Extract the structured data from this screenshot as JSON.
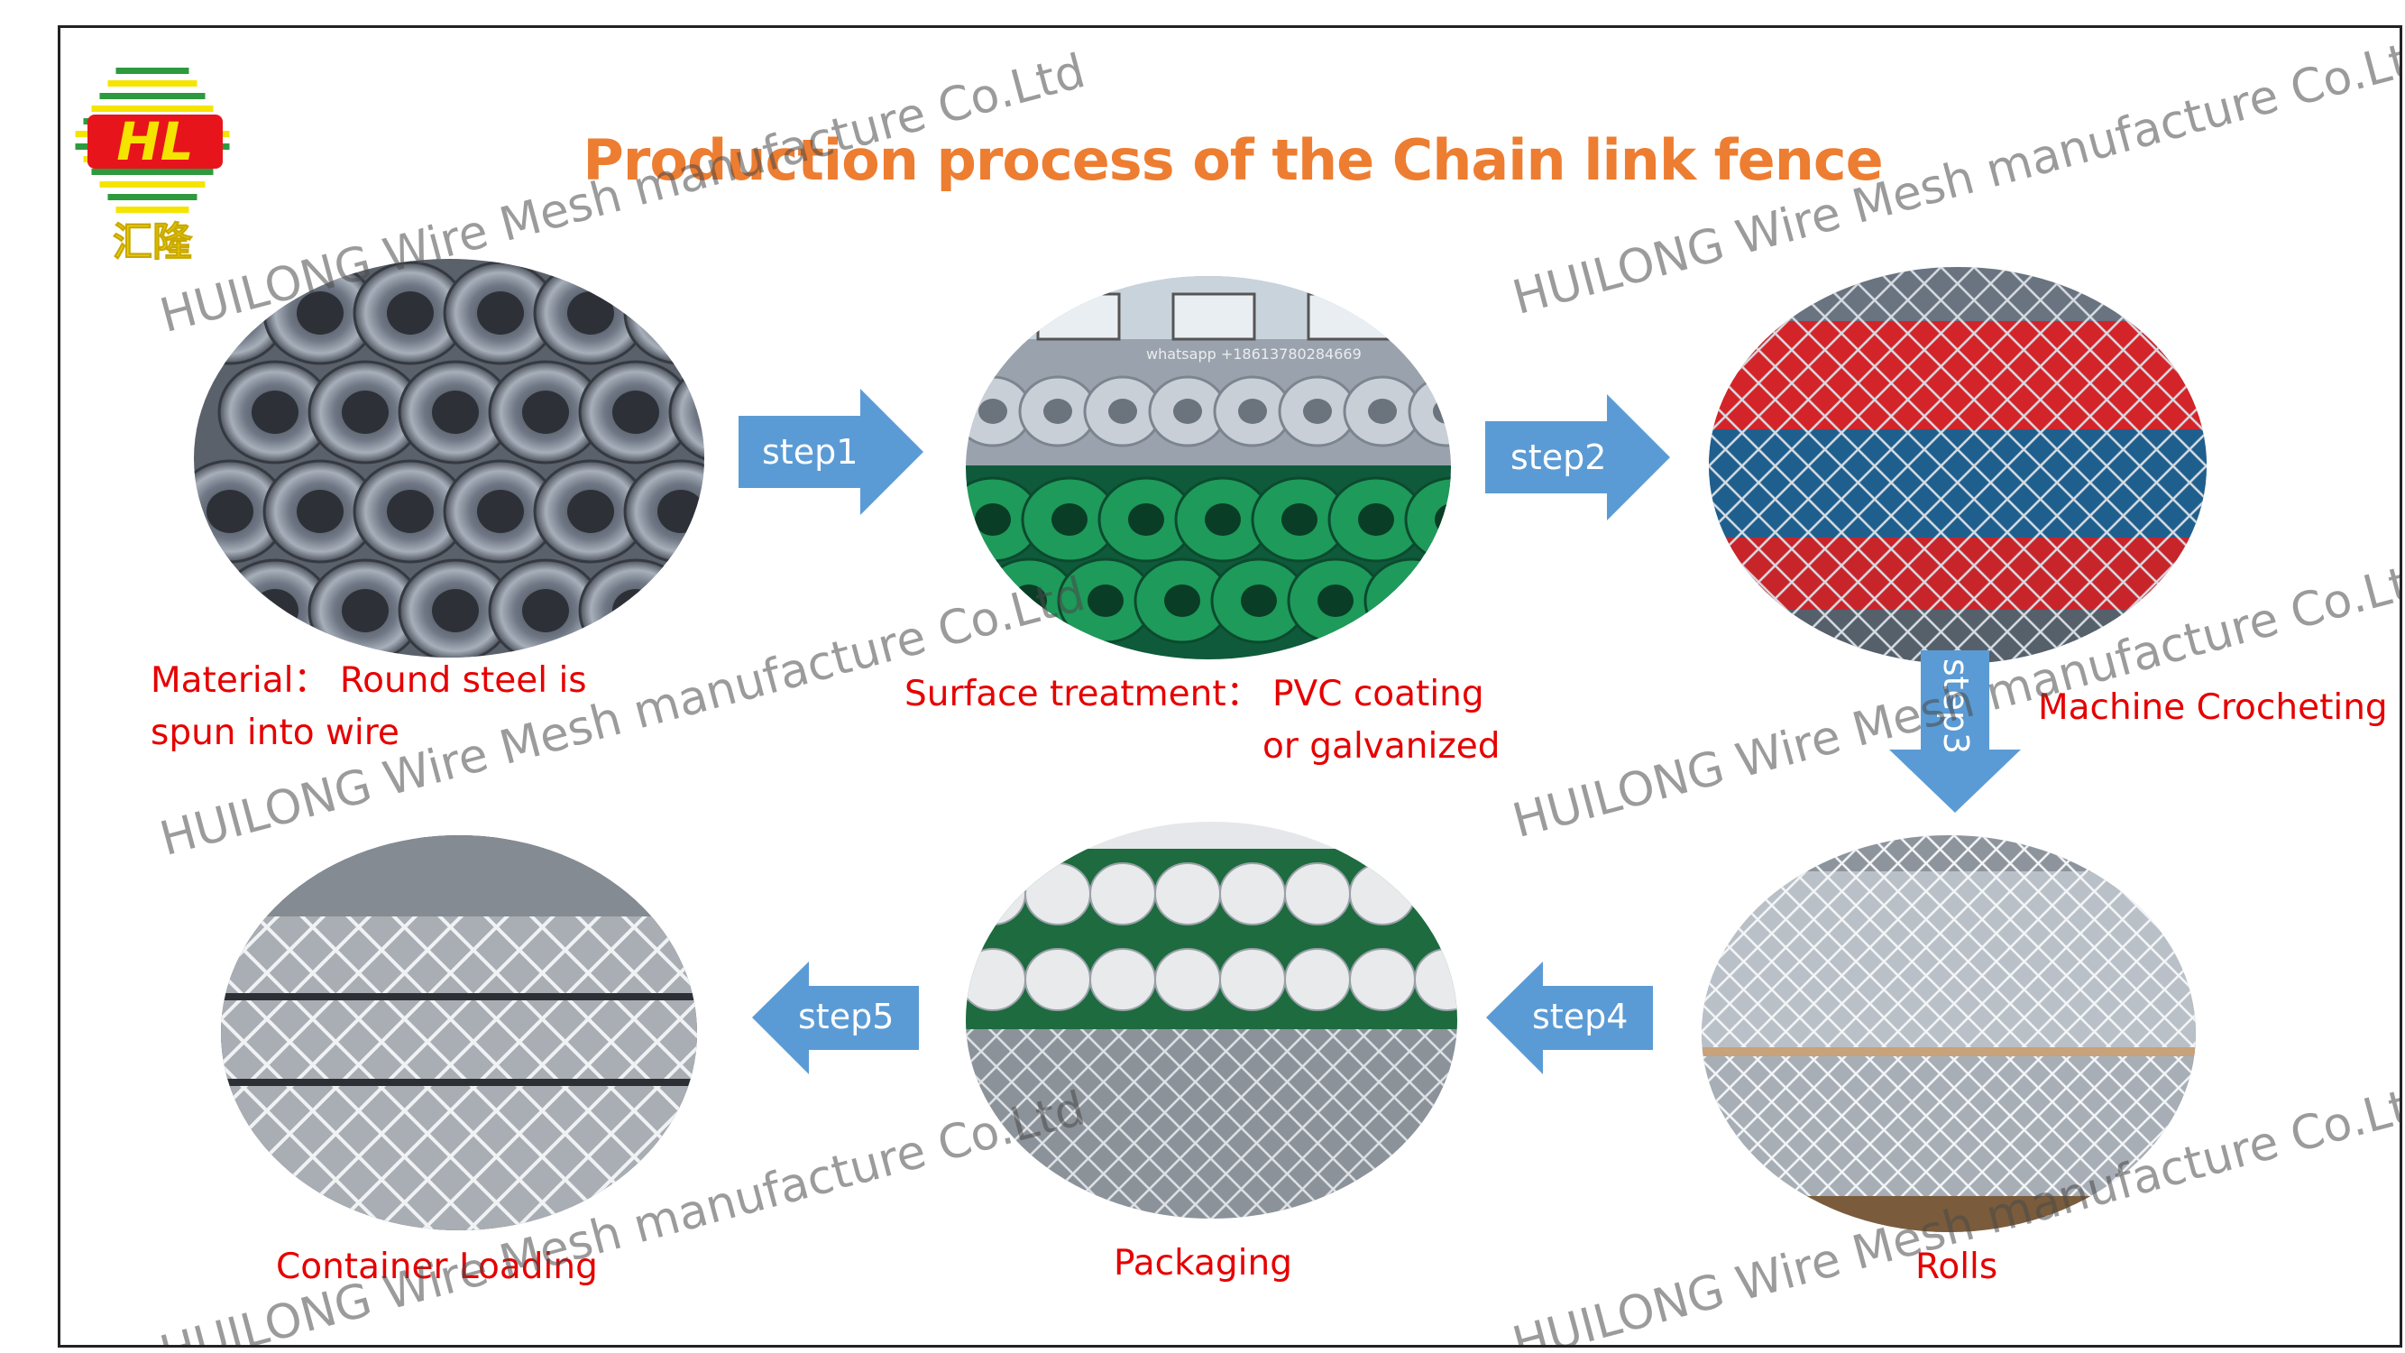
{
  "title": "Production process of the Chain link fence",
  "colors": {
    "title": "#ED7D31",
    "caption": "#E60000",
    "arrow": "#5B9BD5",
    "logo_red": "#E8141C",
    "logo_yellow": "#F5E400",
    "logo_green": "#2E9A3E"
  },
  "logo": {
    "text": "汇隆"
  },
  "steps": [
    {
      "label": "step1"
    },
    {
      "label": "step2"
    },
    {
      "label": "step3"
    },
    {
      "label": "step4"
    },
    {
      "label": "step5"
    }
  ],
  "captions": {
    "material_line1": "Material：  Round steel is",
    "material_line2": "spun into wire",
    "surface_line1": "Surface treatment：  PVC coating",
    "surface_line2": "or galvanized",
    "crocheting": "Machine Crocheting",
    "rolls": "Rolls",
    "packaging": "Packaging",
    "container": "Container Loading"
  },
  "photos": {
    "photo1": {
      "subject": "wire-rod-coils"
    },
    "photo2": {
      "subject": "galvanized-and-pvc-wire-coils",
      "overlay_text": "whatsapp +18613780284669"
    },
    "photo3": {
      "subject": "chain-link-machine"
    },
    "photo4": {
      "subject": "chain-link-rolls"
    },
    "photo5": {
      "subject": "packaged-rolls"
    },
    "photo6": {
      "subject": "container-loading"
    }
  },
  "watermark": "HUILONG Wire Mesh manufacture Co.Ltd"
}
